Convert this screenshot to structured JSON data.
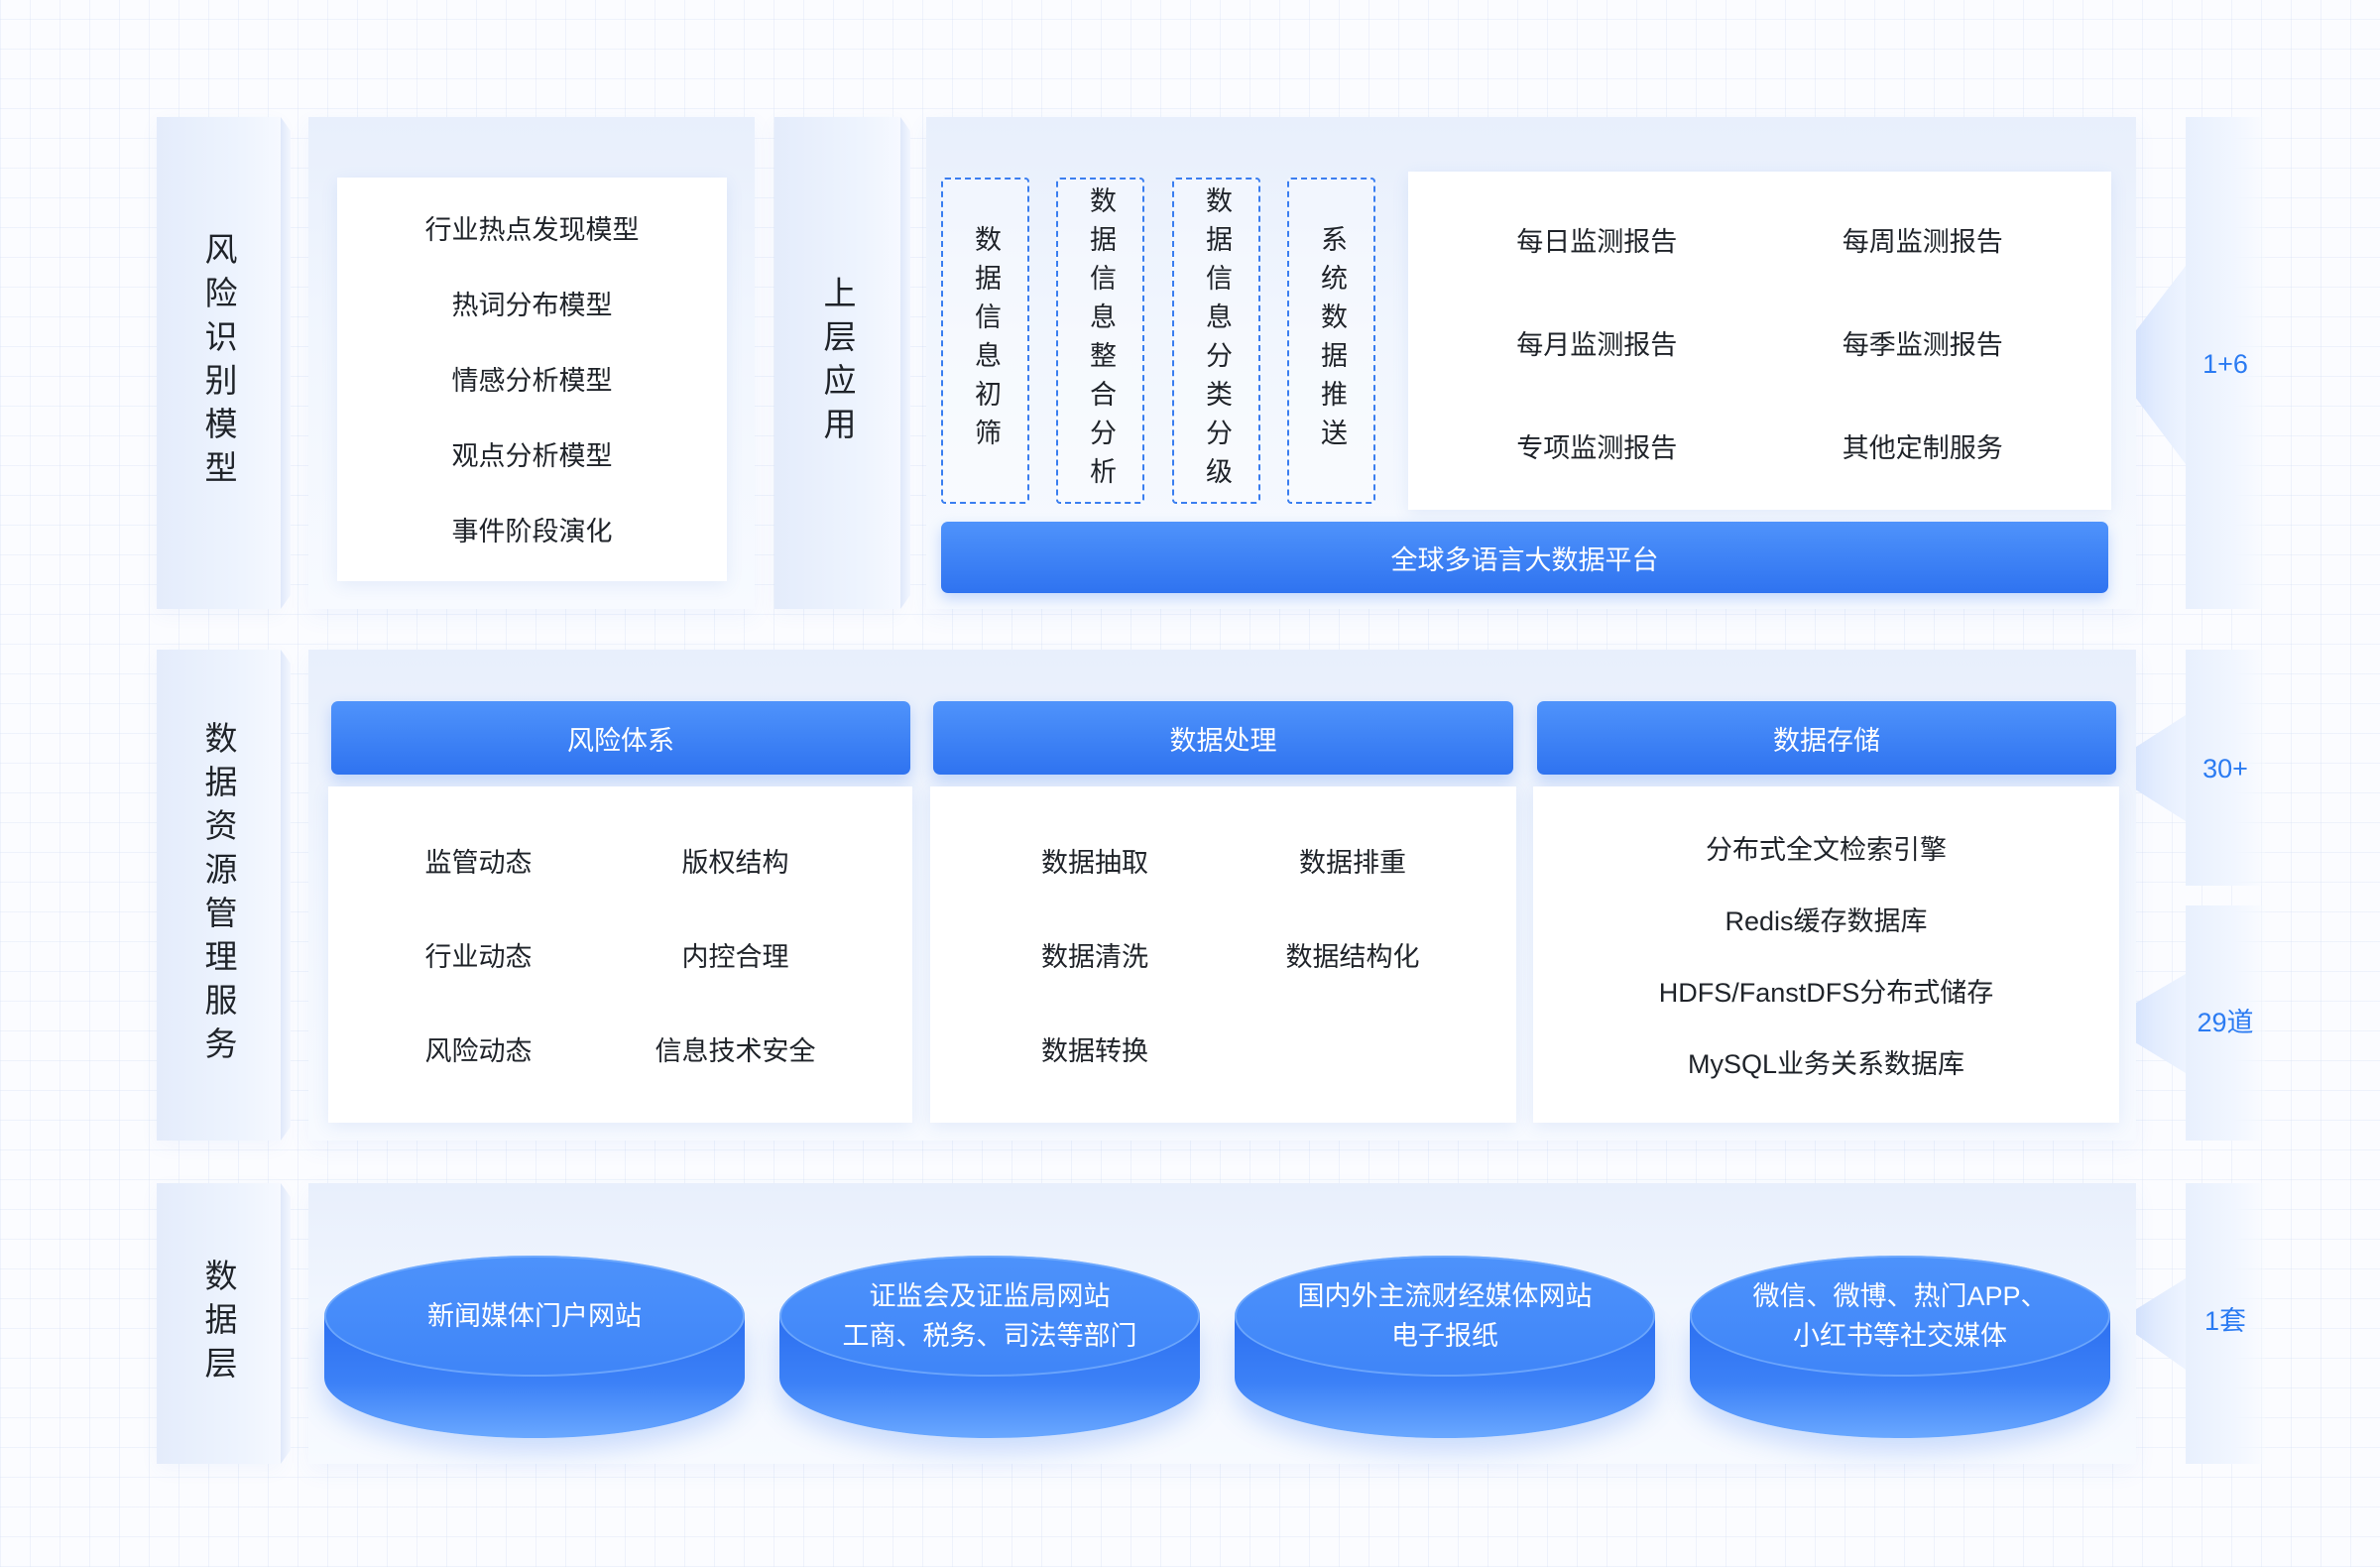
{
  "risk_model": {
    "label": "风险识别模型",
    "items": [
      "行业热点发现模型",
      "热词分布模型",
      "情感分析模型",
      "观点分析模型",
      "事件阶段演化"
    ]
  },
  "upper_application": {
    "label": "上层应用",
    "processes": [
      "数据信息初筛",
      "数据信息整合分析",
      "数据信息分类分级",
      "系统数据推送"
    ],
    "reports": [
      "每日监测报告",
      "每周监测报告",
      "每月监测报告",
      "每季监测报告",
      "专项监测报告",
      "其他定制服务"
    ],
    "platform": "全球多语言大数据平台",
    "count": "1+6"
  },
  "resource_service": {
    "label": "数据资源管理服务",
    "columns": [
      {
        "title": "风险体系",
        "items": [
          "监管动态",
          "版权结构",
          "行业动态",
          "内控合理",
          "风险动态",
          "信息技术安全"
        ]
      },
      {
        "title": "数据处理",
        "items": [
          "数据抽取",
          "数据排重",
          "数据清洗",
          "数据结构化",
          "数据转换"
        ]
      },
      {
        "title": "数据存储",
        "items": [
          "分布式全文检索引擎",
          "Redis缓存数据库",
          "HDFS/FanstDFS分布式储存",
          "MySQL业务关系数据库"
        ]
      }
    ],
    "counts": [
      "30+",
      "29道"
    ]
  },
  "data_layer": {
    "label": "数据层",
    "sources": [
      {
        "lines": [
          "新闻媒体门户网站"
        ]
      },
      {
        "lines": [
          "证监会及证监局网站",
          "工商、税务、司法等部门"
        ]
      },
      {
        "lines": [
          "国内外主流财经媒体网站",
          "电子报纸"
        ]
      },
      {
        "lines": [
          "微信、微博、热门APP、",
          "小红书等社交媒体"
        ]
      }
    ],
    "count": "1套"
  },
  "colors": {
    "accent": "#2f74f1",
    "count_text": "#2b7bf2",
    "panel": "#eef3fd"
  }
}
